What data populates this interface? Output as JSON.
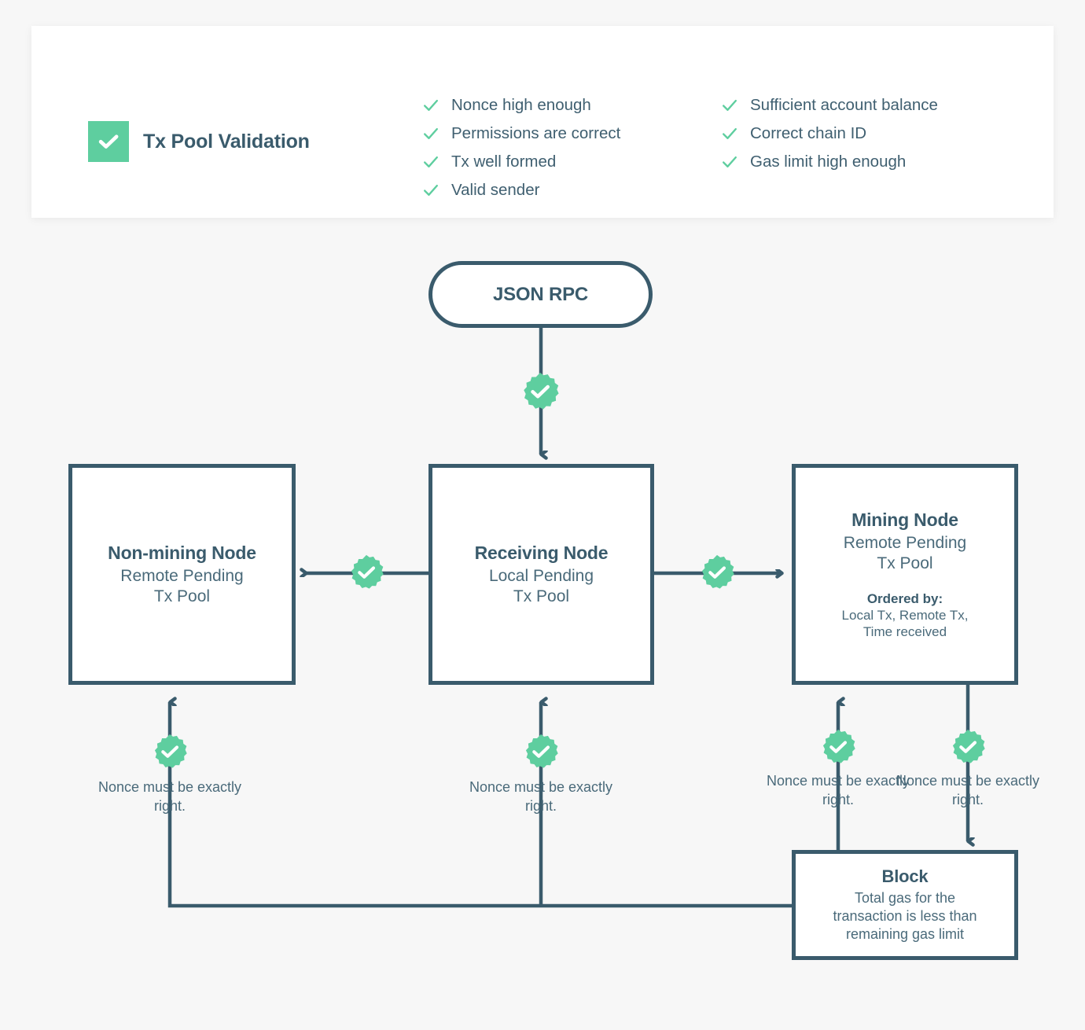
{
  "validation_card": {
    "title": "Tx Pool Validation",
    "badge_icon": "check-badge-icon",
    "columns": [
      {
        "items": [
          "Nonce high enough",
          "Permissions are correct",
          "Tx well formed",
          "Valid sender"
        ]
      },
      {
        "items": [
          "Sufficient account balance",
          "Correct chain ID",
          "Gas limit high enough"
        ]
      }
    ]
  },
  "nodes": {
    "json_rpc": {
      "title": "JSON RPC"
    },
    "non_mining_node": {
      "title": "Non-mining Node",
      "subtitle_line1": "Remote Pending",
      "subtitle_line2": "Tx Pool"
    },
    "receiving_node": {
      "title": "Receiving Node",
      "subtitle_line1": "Local Pending",
      "subtitle_line2": "Tx Pool"
    },
    "mining_node": {
      "title": "Mining Node",
      "subtitle_line1": "Remote Pending",
      "subtitle_line2": "Tx Pool",
      "ordered_by_label": "Ordered by:",
      "ordered_by_line1": "Local Tx, Remote Tx,",
      "ordered_by_line2": "Time received"
    },
    "block": {
      "title": "Block",
      "subtitle_line1": "Total gas for the",
      "subtitle_line2": "transaction is less than",
      "subtitle_line3": "remaining gas limit"
    }
  },
  "edge_captions": {
    "non_mining": "Nonce must be exactly right.",
    "receiving": "Nonce must be exactly right.",
    "mining_in": "Nonce must be exactly right.",
    "mining_out": "Nonce must be exactly right."
  },
  "colors": {
    "accent_green": "#5ece9f",
    "navy": "#3a5b6c",
    "page_background": "#f7f7f7",
    "card_background": "#ffffff"
  },
  "icons": {
    "check_badge": "check-badge-icon",
    "check_mark": "check-mark-icon"
  }
}
